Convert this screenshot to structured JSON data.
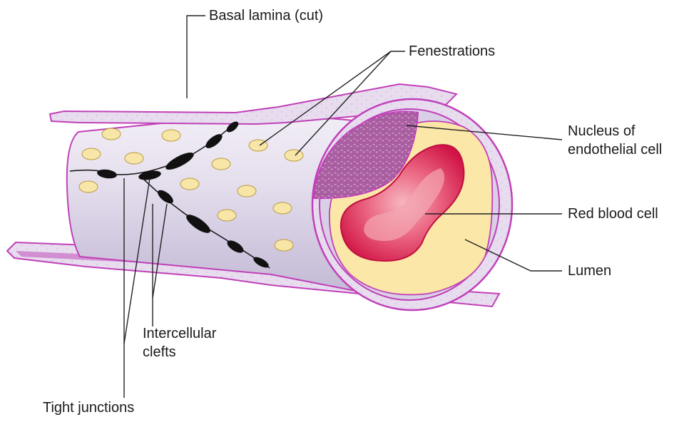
{
  "labels": {
    "basal_lamina": "Basal lamina (cut)",
    "fenestrations": "Fenestrations",
    "nucleus_line1": "Nucleus of",
    "nucleus_line2": "endothelial cell",
    "red_blood_cell": "Red blood cell",
    "lumen": "Lumen",
    "intercellular_line1": "Intercellular",
    "intercellular_line2": "clefts",
    "tight_junctions": "Tight junctions"
  },
  "colors": {
    "membrane_outline": "#c040b8",
    "basal_lamina_fill": "#e4d8ec",
    "endothelium_fill": "#d8d0e6",
    "fenestration_fill": "#f7e6a8",
    "lumen_fill": "#fbe7a8",
    "nucleus_fill": "#a85ea0",
    "rbc_outer": "#d6184a",
    "rbc_inner": "#f3a0ae",
    "junction_fill": "#111111",
    "leader_line": "#222222"
  }
}
